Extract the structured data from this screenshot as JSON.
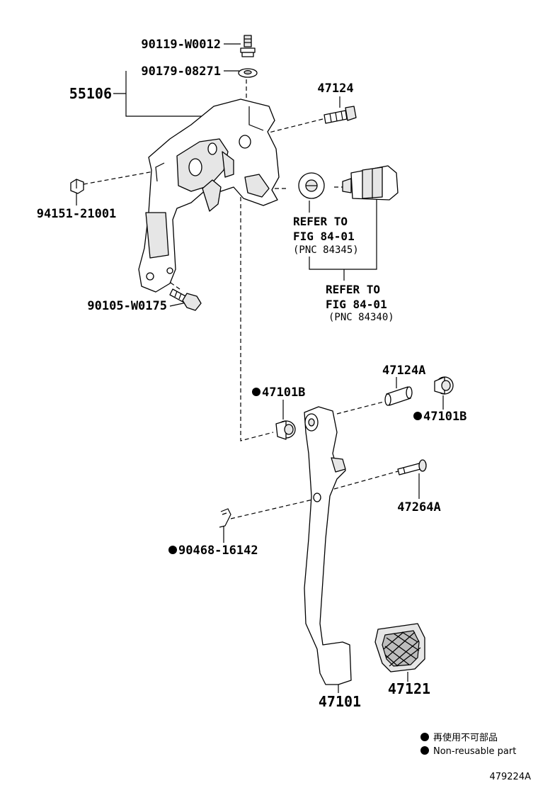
{
  "parts": {
    "bolt_top": "90119-W0012",
    "washer": "90179-08271",
    "bracket": "55106",
    "bolt_right": "47124",
    "nut": "94151-21001",
    "bolt_bottom": "90105-W0175",
    "bushing_left": "47101B",
    "bushing_right": "47101B",
    "collar": "47124A",
    "pin": "47264A",
    "clip": "90468-16142",
    "pedal": "47101",
    "pad": "47121"
  },
  "refers": [
    {
      "line1": "REFER TO",
      "line2": "FIG 84-01",
      "pnc": "(PNC 84345)"
    },
    {
      "line1": "REFER TO",
      "line2": "FIG 84-01",
      "pnc": "(PNC 84340)"
    }
  ],
  "legend": {
    "jp": "再使用不可部品",
    "en": "Non-reusable part"
  },
  "figure_id": "479224A"
}
